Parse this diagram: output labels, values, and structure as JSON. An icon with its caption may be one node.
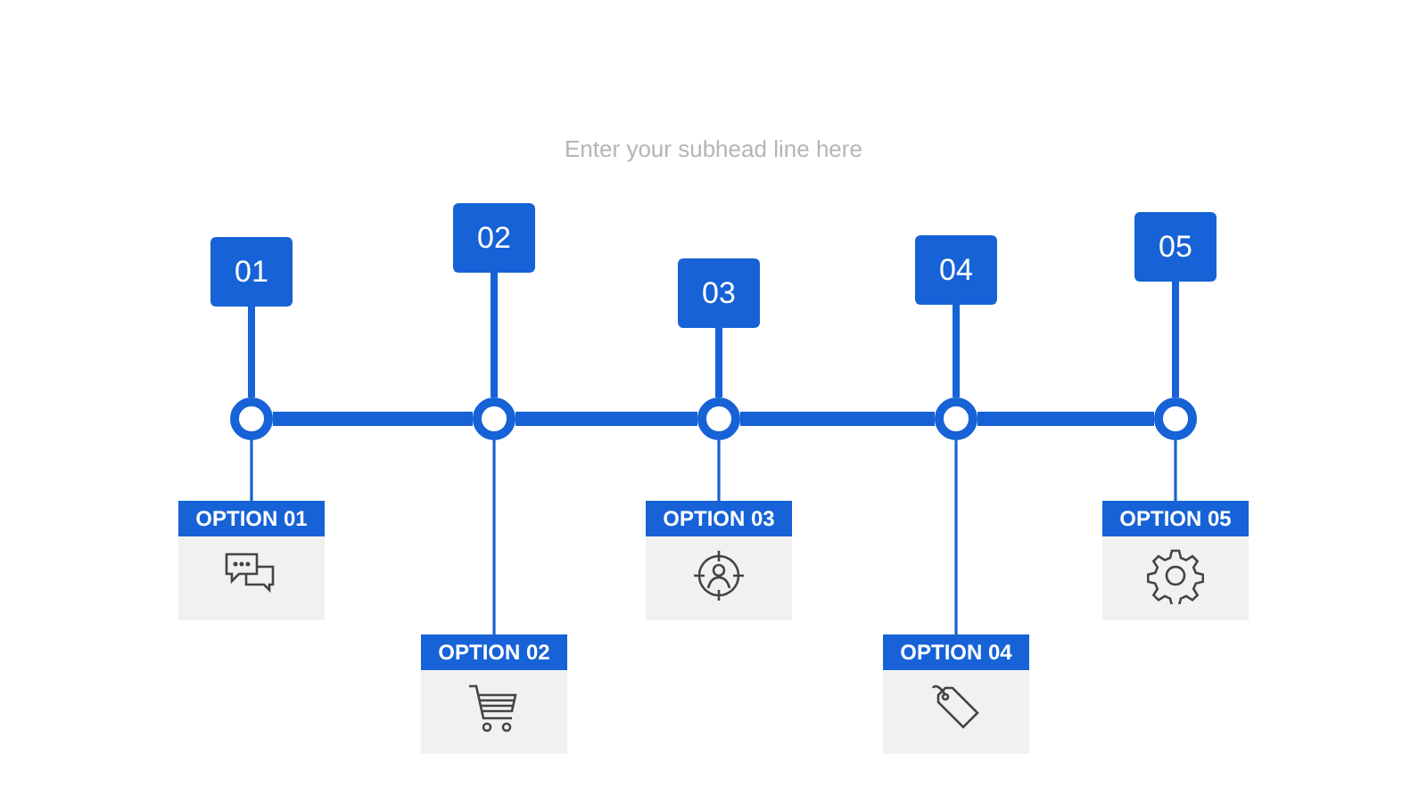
{
  "diagram": {
    "title": "Enter your subhead line here",
    "nodes": [
      {
        "text": [
          "01"
        ]
      },
      {
        "text": [
          "02"
        ]
      },
      {
        "text": [
          "03"
        ]
      },
      {
        "text": [
          "04"
        ]
      },
      {
        "text": [
          "05"
        ]
      },
      {
        "text": [],
        "shape": "circle"
      },
      {
        "text": [],
        "shape": "circle"
      },
      {
        "text": [],
        "shape": "circle"
      },
      {
        "text": [],
        "shape": "circle"
      },
      {
        "text": [],
        "shape": "circle"
      },
      {
        "text": [
          "OPTION 01"
        ]
      },
      {
        "text": [
          "OPTION 02"
        ]
      },
      {
        "text": [
          "OPTION 03"
        ]
      },
      {
        "text": [
          "OPTION 04"
        ]
      },
      {
        "text": [
          "OPTION 05"
        ]
      },
      {
        "text": [],
        "shape": "picture",
        "in": 10
      },
      {
        "text": [],
        "shape": "picture",
        "in": 11
      },
      {
        "text": [],
        "shape": "picture",
        "in": 12
      },
      {
        "text": [],
        "shape": "picture",
        "in": 13
      },
      {
        "text": [],
        "shape": "picture",
        "in": 14
      }
    ],
    "edges": [
      {
        "from": 0,
        "to": 5,
        "arrow": "none"
      },
      {
        "from": 1,
        "to": 6,
        "arrow": "none"
      },
      {
        "from": 2,
        "to": 7,
        "arrow": "none"
      },
      {
        "from": 3,
        "to": 8,
        "arrow": "none"
      },
      {
        "from": 4,
        "to": 9,
        "arrow": "none"
      },
      {
        "from": 5,
        "to": 6,
        "arrow": "none",
        "style": "thick"
      },
      {
        "from": 6,
        "to": 7,
        "arrow": "none",
        "style": "thick"
      },
      {
        "from": 7,
        "to": 8,
        "arrow": "none",
        "style": "thick"
      },
      {
        "from": 8,
        "to": 9,
        "arrow": "none",
        "style": "thick"
      },
      {
        "from": 5,
        "to": 10,
        "arrow": "none"
      },
      {
        "from": 6,
        "to": 11,
        "arrow": "none"
      },
      {
        "from": 7,
        "to": 12,
        "arrow": "none"
      },
      {
        "from": 8,
        "to": 13,
        "arrow": "none"
      },
      {
        "from": 9,
        "to": 14,
        "arrow": "none"
      }
    ]
  }
}
